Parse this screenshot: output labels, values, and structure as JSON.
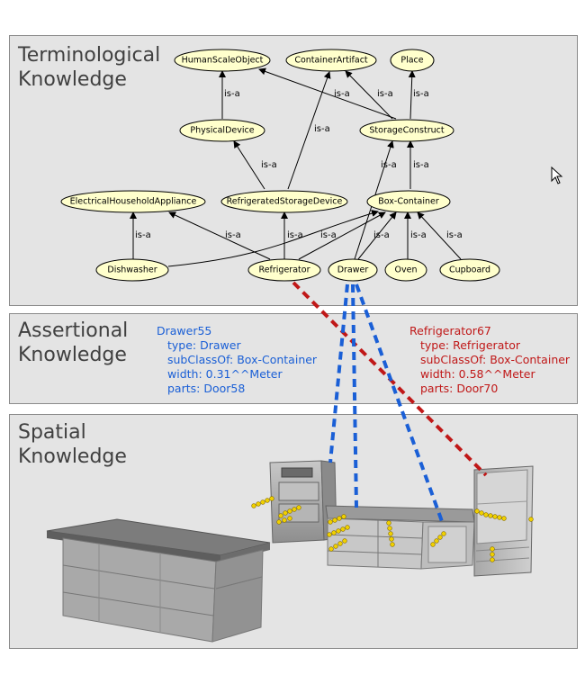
{
  "sections": {
    "terminological": "Terminological\nKnowledge",
    "assertional": "Assertional\nKnowledge",
    "spatial": "Spatial\nKnowledge"
  },
  "edge_label": "is-a",
  "nodes": {
    "human_scale_object": "HumanScaleObject",
    "container_artifact": "ContainerArtifact",
    "place": "Place",
    "physical_device": "PhysicalDevice",
    "storage_construct": "StorageConstruct",
    "electrical_household_appliance": "ElectricalHouseholdAppliance",
    "refrigerated_storage_device": "RefrigeratedStorageDevice",
    "box_container": "Box-Container",
    "dishwasher": "Dishwasher",
    "refrigerator": "Refrigerator",
    "drawer": "Drawer",
    "oven": "Oven",
    "cupboard": "Cupboard"
  },
  "instances": {
    "drawer55": {
      "name": "Drawer55",
      "type": "type: Drawer",
      "subclassof": "subClassOf: Box-Container",
      "width": "width: 0.31^^Meter",
      "parts": "parts: Door58",
      "color": "#1a5fd6"
    },
    "refrigerator67": {
      "name": "Refrigerator67",
      "type": "type: Refrigerator",
      "subclassof": "subClassOf: Box-Container",
      "width": "width: 0.58^^Meter",
      "parts": "parts: Door70",
      "color": "#c01818"
    }
  },
  "colors": {
    "panel": "#e4e4e4",
    "node_fill": "#ffffcc",
    "drawer_link": "#1a5fd6",
    "fridge_link": "#c01818"
  },
  "icons": {
    "cursor": "mouse-pointer-icon"
  }
}
